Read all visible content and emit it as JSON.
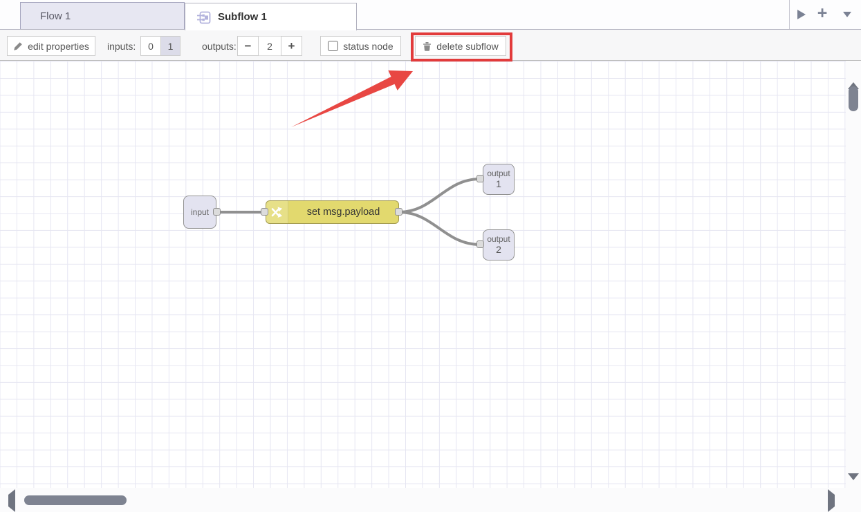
{
  "tabbar": {
    "tabs": [
      {
        "label": "Flow 1",
        "active": false
      },
      {
        "label": "Subflow 1",
        "active": true,
        "icon": "subflow-icon"
      }
    ],
    "controls": {
      "expand_label": "show previous tabs",
      "add_label": "+",
      "menu_label": "tab list"
    }
  },
  "toolbar": {
    "edit_properties": "edit properties",
    "inputs_label": "inputs:",
    "inputs_options": [
      "0",
      "1"
    ],
    "inputs_selected": "1",
    "outputs_label": "outputs:",
    "minus": "−",
    "outputs_value": "2",
    "plus": "+",
    "status_node": "status node",
    "status_checked": false,
    "delete_subflow": "delete subflow"
  },
  "nodes": {
    "input": {
      "label": "input"
    },
    "change": {
      "label": "set msg.payload",
      "icon": "change-shuffle-icon",
      "color": "#e2d96e"
    },
    "output1": {
      "label": "output",
      "number": "1"
    },
    "output2": {
      "label": "output",
      "number": "2"
    }
  },
  "annotation": {
    "type": "red arrow pointing at delete subflow button with red highlight box",
    "highlight_color": "#e23b3b",
    "arrow_color": "#e84743"
  },
  "colors": {
    "node_stub_fill": "#e3e3f0",
    "change_node_fill": "#e2d96e",
    "wire": "#909090",
    "grid_line": "#e6e6f2",
    "inactive_tab_fill": "#e7e7f2",
    "toolbar_bg": "#f7f7f8"
  }
}
